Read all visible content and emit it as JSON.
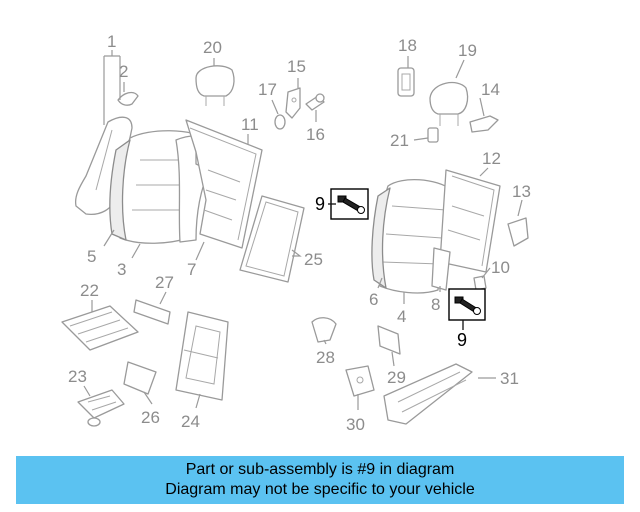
{
  "callouts": {
    "c1": "1",
    "c2": "2",
    "c3": "3",
    "c4": "4",
    "c5": "5",
    "c6": "6",
    "c7": "7",
    "c8": "8",
    "c9a": "9",
    "c9b": "9",
    "c10": "10",
    "c11": "11",
    "c12": "12",
    "c13": "13",
    "c14": "14",
    "c15": "15",
    "c16": "16",
    "c17": "17",
    "c18": "18",
    "c19": "19",
    "c20": "20",
    "c21": "21",
    "c22": "22",
    "c23": "23",
    "c24": "24",
    "c25": "25",
    "c26": "26",
    "c27": "27",
    "c28": "28",
    "c29": "29",
    "c30": "30",
    "c31": "31"
  },
  "banner": {
    "line1": "Part or sub-assembly is #9 in diagram",
    "line2": "Diagram may not be specific to your vehicle"
  },
  "colors": {
    "banner": "#5bc2f1",
    "highlight": "#000000",
    "parts": "#9a9a9a"
  }
}
